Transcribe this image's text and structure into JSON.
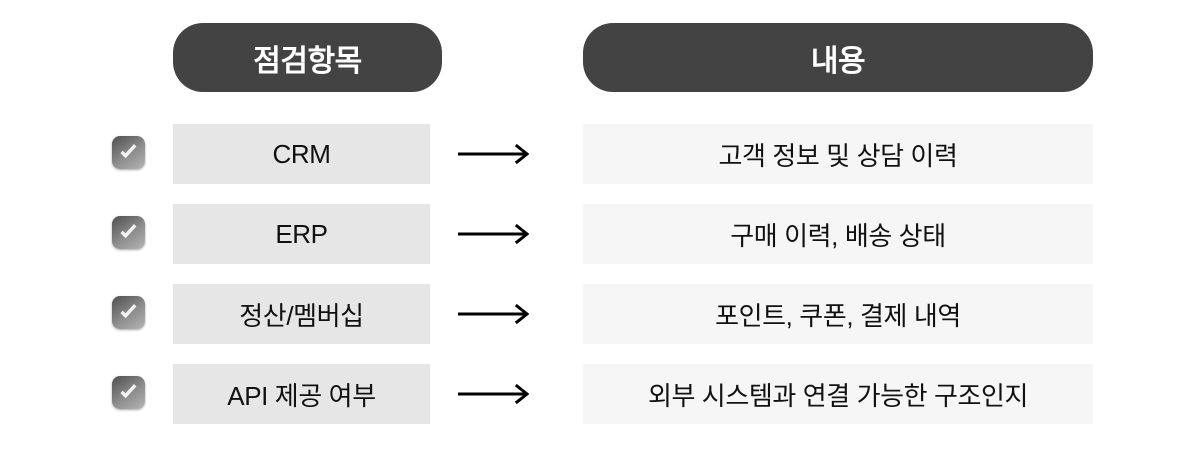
{
  "header": {
    "columns": [
      {
        "label": "점검항목",
        "name": "check-item"
      },
      {
        "label": "내용",
        "name": "detail"
      }
    ]
  },
  "colors": {
    "header_pill_bg": "#434343",
    "header_pill_text": "#ffffff",
    "left_cell_bg": "#e6e6e6",
    "right_cell_bg": "#f6f6f6",
    "text": "#111111",
    "page_bg": "#ffffff"
  },
  "icons": {
    "checkbox": "checkbox-checked-icon",
    "arrow": "arrow-right-icon"
  },
  "rows": [
    {
      "checked": true,
      "item": "CRM",
      "detail": "고객 정보 및 상담 이력"
    },
    {
      "checked": true,
      "item": "ERP",
      "detail": "구매 이력, 배송 상태"
    },
    {
      "checked": true,
      "item": "정산/멤버십",
      "detail": "포인트, 쿠폰, 결제 내역"
    },
    {
      "checked": true,
      "item": "API 제공 여부",
      "detail": "외부 시스템과 연결 가능한 구조인지"
    }
  ]
}
